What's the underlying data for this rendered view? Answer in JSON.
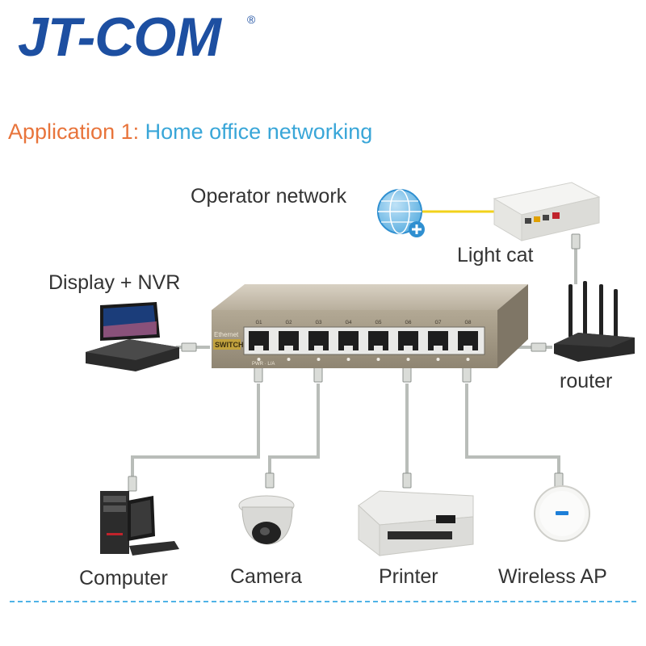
{
  "brand": {
    "logo": "JT-COM",
    "registered": "®"
  },
  "title": {
    "prefix": "Application 1:",
    "text": "Home office networking"
  },
  "labels": {
    "operator": "Operator network",
    "light_cat": "Light cat",
    "display": "Display + NVR",
    "router": "router",
    "computer": "Computer",
    "camera": "Camera",
    "printer": "Printer",
    "ap": "Wireless AP"
  },
  "switch": {
    "line1": "Ethernet",
    "line2": "SWITCH",
    "ports": [
      "G1",
      "G2",
      "G3",
      "G4",
      "G5",
      "G6",
      "G7",
      "G8"
    ],
    "led_label": "PWR · L/A"
  },
  "colors": {
    "brand_blue": "#1d4fa1",
    "title_orange": "#e8743b",
    "title_blue": "#39a6d8",
    "fiber_yellow": "#f2d21b",
    "cable_gray": "#b9bdb9",
    "switch_body": "#a49a89",
    "divider": "#4fb3e6"
  },
  "icons": [
    "globe-plus-icon",
    "onu-device-icon",
    "router-icon",
    "nvr-monitor-icon",
    "computer-icon",
    "dome-camera-icon",
    "printer-icon",
    "wireless-ap-icon",
    "rj45-connector-icon"
  ]
}
